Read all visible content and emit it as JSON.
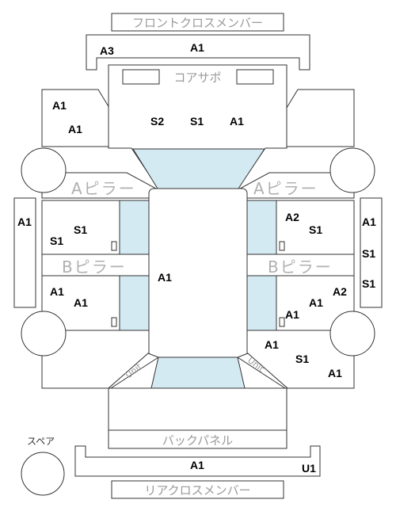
{
  "parts": {
    "front_cross_member": "フロントクロスメンバー",
    "core_support": "コアサポ",
    "a_pillar_left": "Aピラー",
    "a_pillar_right": "Aピラー",
    "b_pillar_left": "Bピラー",
    "b_pillar_right": "Bピラー",
    "back_panel": "バックパネル",
    "rear_cross_member": "リアクロスメンバー",
    "spare": "スペア",
    "unit_left": "Unit",
    "unit_right": "Unit"
  },
  "codes": {
    "front_member_a3": "A3",
    "front_member_a1": "A1",
    "front_left_a1_top": "A1",
    "front_left_a1_bottom": "A1",
    "hood_s2": "S2",
    "hood_s1": "S1",
    "hood_a1": "A1",
    "left_rocker_a1": "A1",
    "front_left_door_s1_top": "S1",
    "front_left_door_s1_bottom": "S1",
    "roof_a1": "A1",
    "front_right_door_a2": "A2",
    "front_right_door_s1": "S1",
    "right_rocker_a1": "A1",
    "right_rocker_s1_top": "S1",
    "right_rocker_s1_bottom": "S1",
    "rear_left_door_a1_top": "A1",
    "rear_left_door_a1_bottom": "A1",
    "rear_right_door_a2": "A2",
    "rear_right_door_a1_top": "A1",
    "rear_right_door_a1_bottom": "A1",
    "rear_right_quarter_a1_top": "A1",
    "rear_right_quarter_s1": "S1",
    "rear_right_quarter_a1_bottom": "A1",
    "rear_bumper_a1": "A1",
    "rear_bumper_u1": "U1"
  },
  "colors": {
    "glass": "#d4eaf2",
    "outline": "#333333",
    "part_label": "#9a9a9a"
  }
}
